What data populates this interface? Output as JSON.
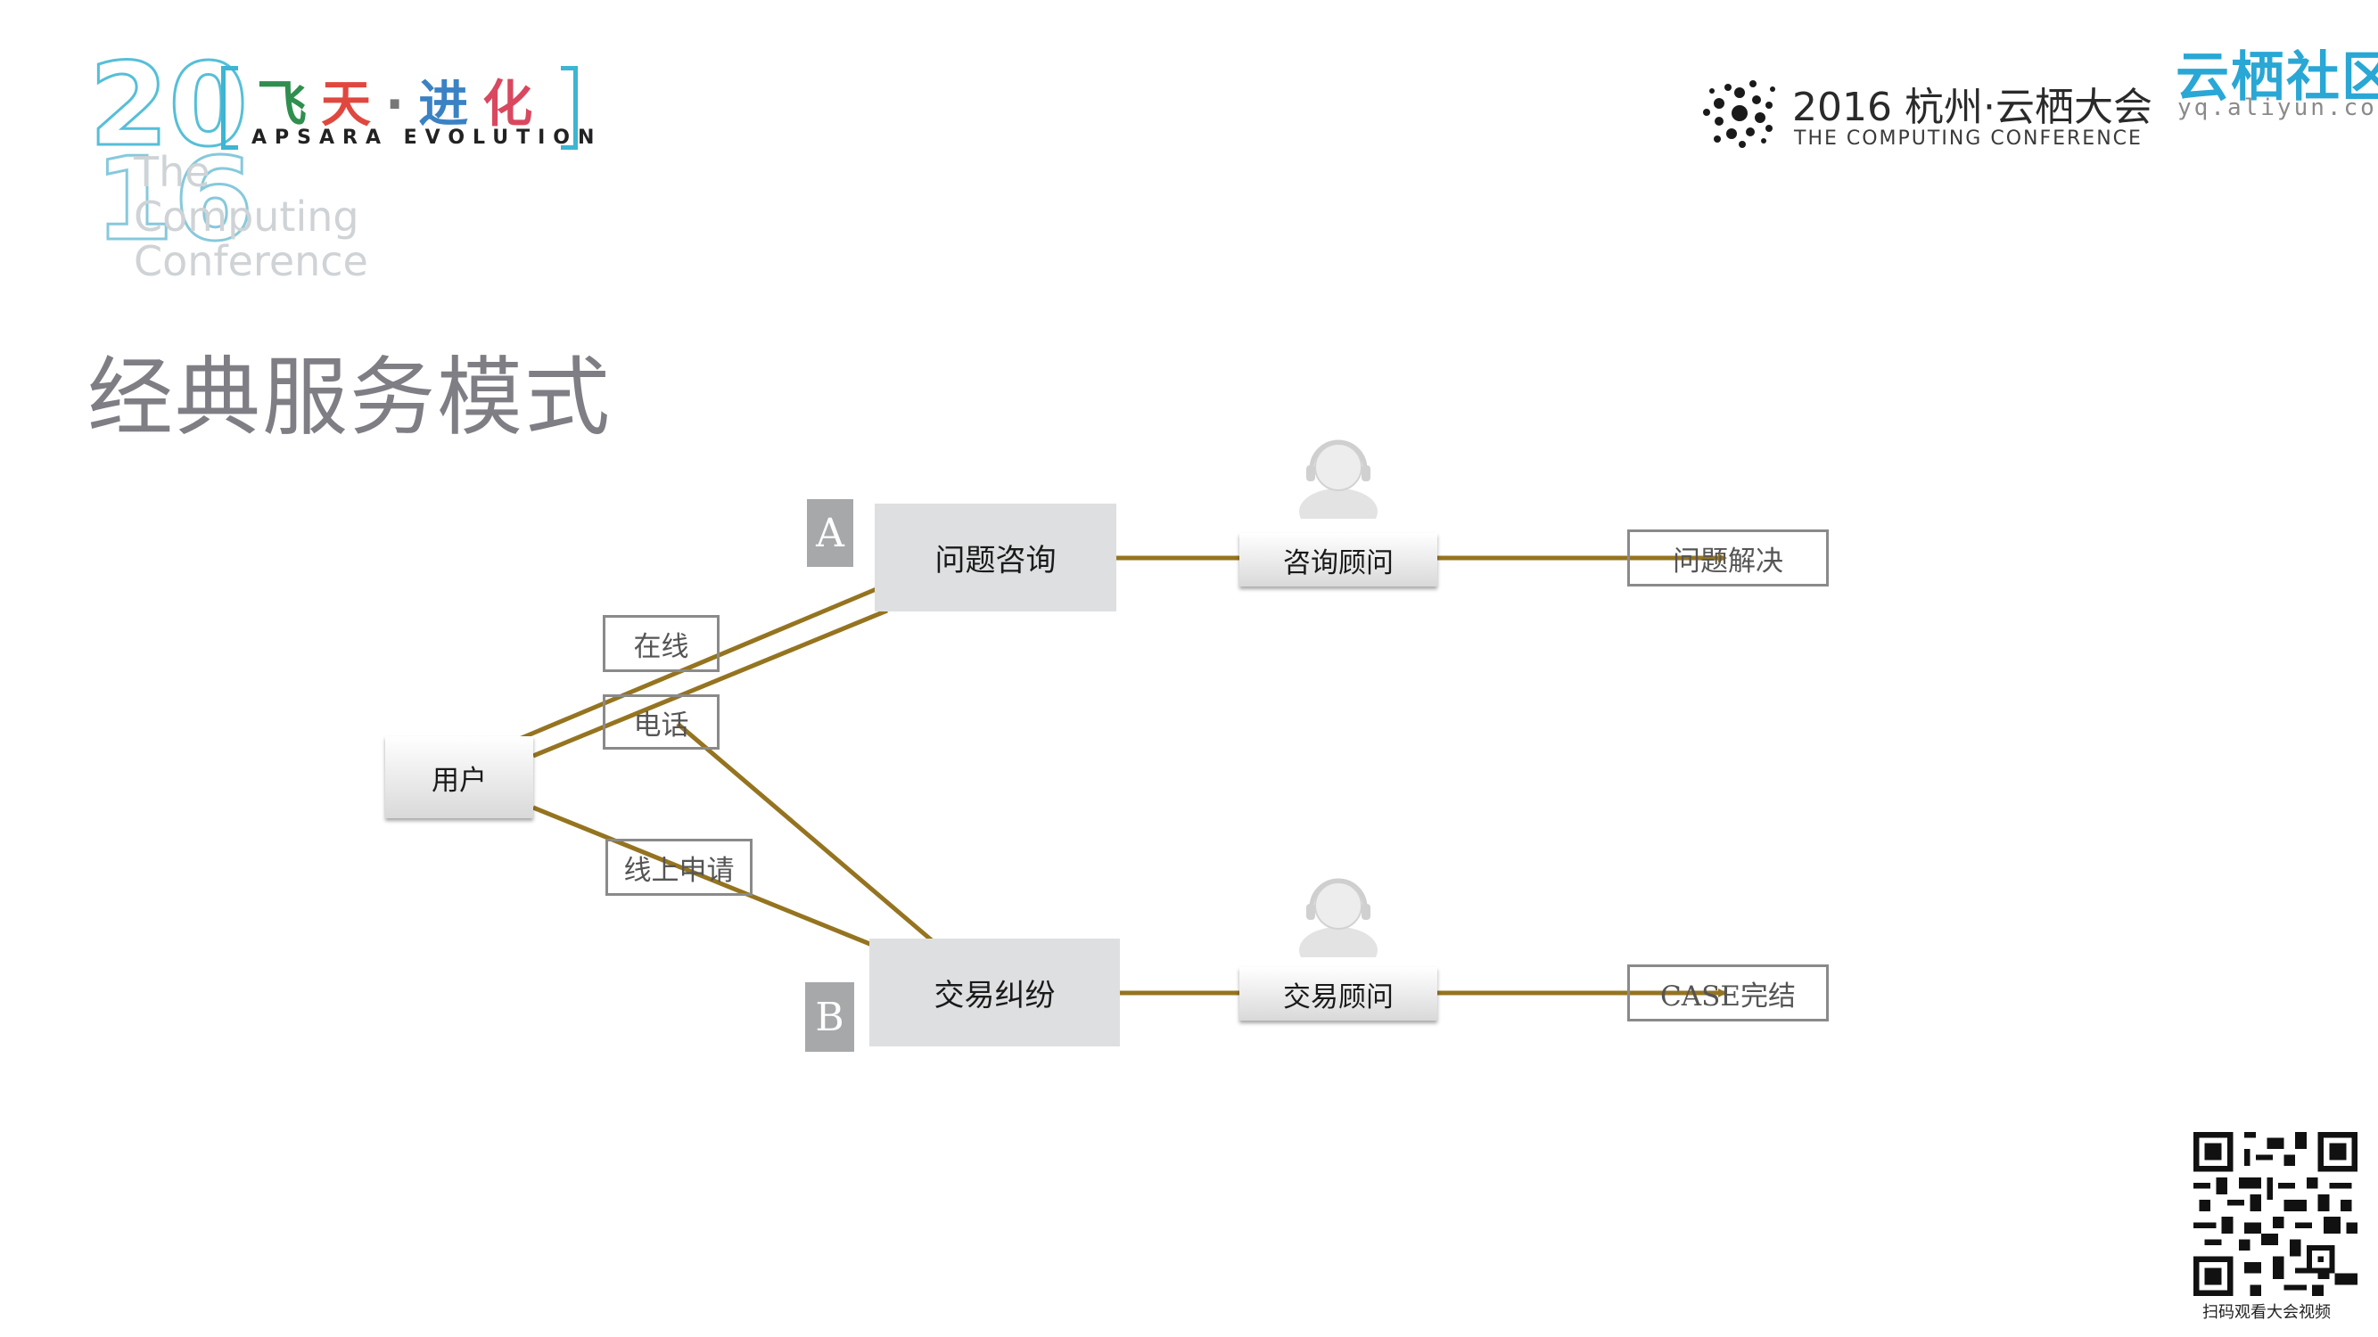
{
  "header": {
    "logo_year_top": "20",
    "logo_year_bottom": "16",
    "logo_computing_line1": "The",
    "logo_computing_line2": "Computing",
    "logo_computing_line3": "Conference",
    "logo_slogan_chars": [
      "飞",
      "天",
      "·",
      "进",
      "化"
    ],
    "logo_slogan_colors": [
      "#2f8f4e",
      "#e0483f",
      "#777777",
      "#3b82c4",
      "#d9485f"
    ],
    "logo_slogan_sub": "APSARA EVOLUTION",
    "conference_title": "2016 杭州·云栖大会",
    "conference_subtitle": "THE COMPUTING CONFERENCE",
    "community_name": "云栖社区",
    "community_url": "yq.aliyun.com"
  },
  "page_title": "经典服务模式",
  "diagram": {
    "user": "用户",
    "channels": [
      "在线",
      "电话",
      "线上申请"
    ],
    "branches": [
      {
        "tag": "A",
        "category": "问题咨询",
        "advisor": "咨询顾问",
        "outcome": "问题解决"
      },
      {
        "tag": "B",
        "category": "交易纠纷",
        "advisor": "交易顾问",
        "outcome": "CASE完结"
      }
    ]
  },
  "footer": {
    "qr_caption": "扫码观看大会视频"
  },
  "colors": {
    "connector": "#957420",
    "title_gray": "#7e7e84",
    "accent_blue": "#29a7d5"
  },
  "icons": [
    "person-headset-icon",
    "conference-logo-icon",
    "qr-code-icon"
  ]
}
